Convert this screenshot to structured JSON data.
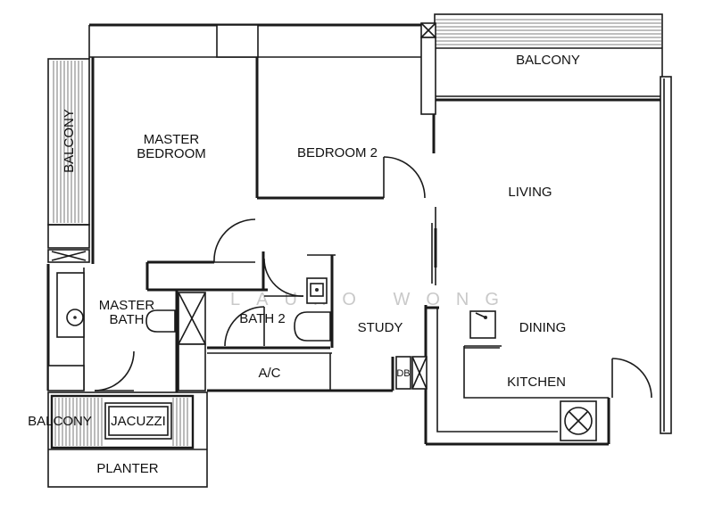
{
  "rooms": {
    "master_bedroom": [
      "MASTER",
      "BEDROOM"
    ],
    "bedroom_2": "BEDROOM 2",
    "living": "LIVING",
    "dining": "DINING",
    "kitchen": "KITCHEN",
    "study": "STUDY",
    "master_bath": [
      "MASTER",
      "BATH"
    ],
    "bath_2": "BATH 2",
    "ac": "A/C",
    "db": "DB",
    "jacuzzi": "JACUZZI",
    "planter": "PLANTER",
    "balcony_top": "BALCONY",
    "balcony_left": "BALCONY",
    "balcony_bottom": "BALCONY"
  },
  "watermark": "LAURO WONG"
}
